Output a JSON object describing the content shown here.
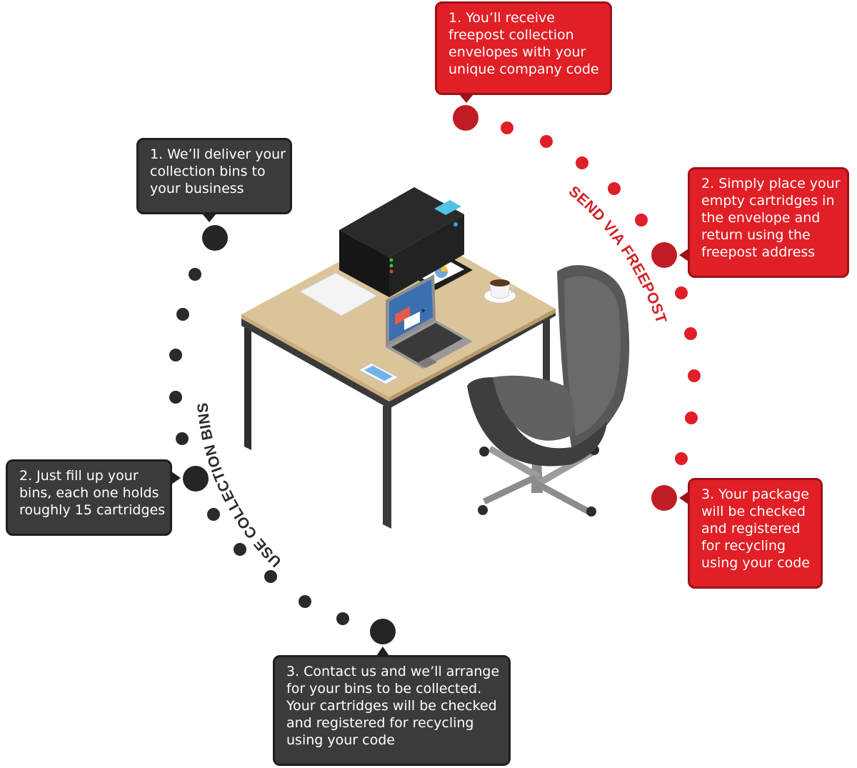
{
  "colors": {
    "dark_bubble": "#3c3b3b",
    "red_bubble": "#e11f26",
    "dark_dot": "#2a2a2a",
    "red_dot": "#e11f26",
    "red_big_dot": "#c31d24"
  },
  "collection_bins": {
    "arc_label": "USE COLLECTION BINS",
    "steps": [
      {
        "lines": [
          "1. We’ll deliver your",
          "collection bins to",
          "your business"
        ]
      },
      {
        "lines": [
          "2. Just fill up your",
          "bins, each one holds",
          "roughly 15 cartridges"
        ]
      },
      {
        "lines": [
          "3. Contact us and we’ll arrange",
          "for your bins to be collected.",
          "Your cartridges will be checked",
          "and registered for recycling",
          "using your code"
        ]
      }
    ]
  },
  "freepost": {
    "arc_label": "SEND VIA FREEPOST",
    "steps": [
      {
        "lines": [
          "1. You’ll receive",
          "freepost collection",
          "envelopes with your",
          "unique company code"
        ]
      },
      {
        "lines": [
          "2. Simply place your",
          "empty cartridges in",
          "the envelope and",
          "return using the",
          "freepost address"
        ]
      },
      {
        "lines": [
          "3. Your package",
          "will be checked",
          "and registered",
          "for recycling",
          "using your code"
        ]
      }
    ]
  },
  "illustration": {
    "icons": [
      "printer-icon",
      "paper-icon",
      "laptop-icon",
      "coffee-cup-icon",
      "phone-icon",
      "desk-icon",
      "office-chair-icon"
    ]
  }
}
